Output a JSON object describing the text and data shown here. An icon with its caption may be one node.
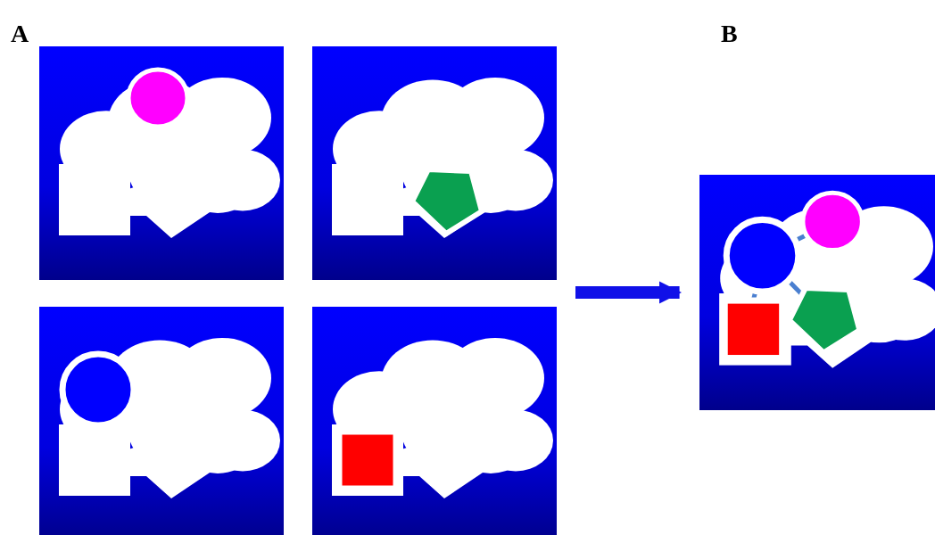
{
  "diagram": {
    "nodes": [
      {
        "text": [],
        "shape": "box"
      },
      {
        "text": [],
        "shape": "box"
      },
      {
        "text": [],
        "shape": "box"
      },
      {
        "text": [],
        "shape": "box"
      },
      {
        "text": [],
        "shape": "box"
      }
    ],
    "edges": [
      {
        "from": null,
        "to": 4,
        "arrow": "to"
      }
    ],
    "labels": [
      "A",
      "B"
    ]
  }
}
